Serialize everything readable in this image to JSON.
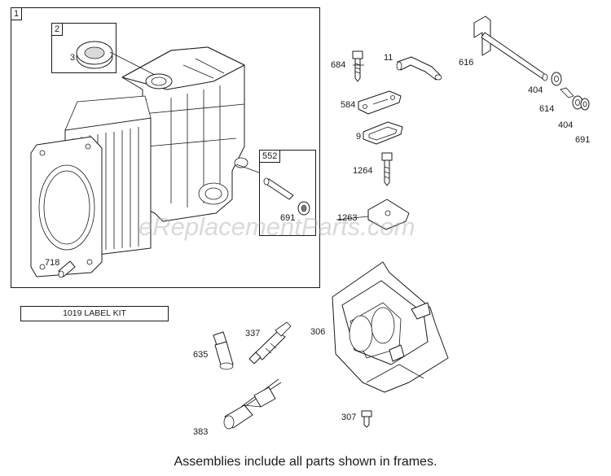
{
  "frames": {
    "engine_block": {
      "number": "1"
    },
    "seal_assembly": {
      "number": "2"
    },
    "pin_assembly": {
      "number": "552"
    }
  },
  "parts": [
    {
      "id": "3"
    },
    {
      "id": "718"
    },
    {
      "id": "691"
    },
    {
      "id": "684"
    },
    {
      "id": "11"
    },
    {
      "id": "616"
    },
    {
      "id": "404"
    },
    {
      "id": "614"
    },
    {
      "id": "404"
    },
    {
      "id": "691"
    },
    {
      "id": "584"
    },
    {
      "id": "9"
    },
    {
      "id": "1264"
    },
    {
      "id": "1263"
    },
    {
      "id": "635"
    },
    {
      "id": "337"
    },
    {
      "id": "306"
    },
    {
      "id": "383"
    },
    {
      "id": "307"
    }
  ],
  "label_kit": "1019 LABEL KIT",
  "watermark": "eReplacementParts.com",
  "footer": "Assemblies include all parts shown in frames."
}
